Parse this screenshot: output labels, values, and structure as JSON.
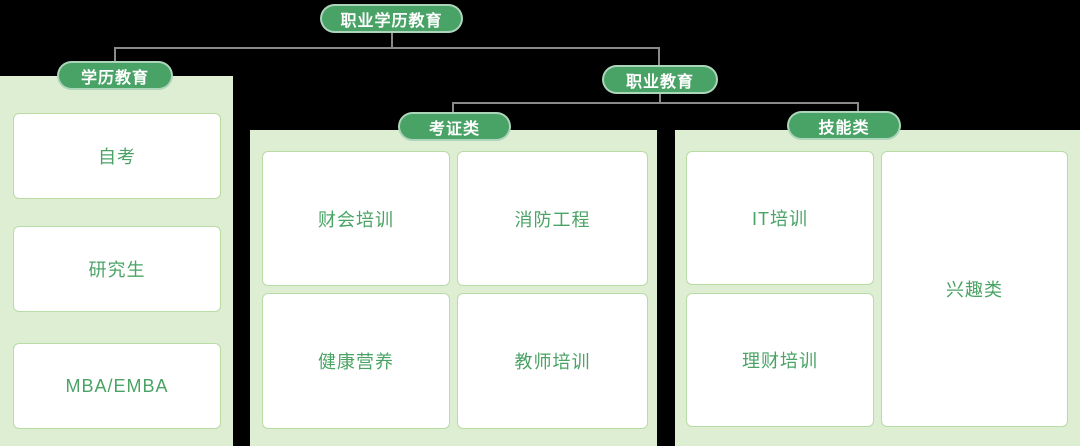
{
  "colors": {
    "background": "#000000",
    "badge_green": "#49a266",
    "badge_text": "#ffffff",
    "panel_light_green": "#deeed3",
    "card_border_green": "#b9dba5",
    "card_text_green": "#4aa365",
    "connector_gray": "#8a8a8a"
  },
  "tree": {
    "root": {
      "label": "职业学历教育"
    },
    "branches": [
      {
        "label": "学历教育",
        "items": [
          "自考",
          "研究生",
          "MBA/EMBA"
        ]
      },
      {
        "label": "职业教育",
        "children": [
          {
            "label": "考证类",
            "items": [
              "财会培训",
              "消防工程",
              "健康营养",
              "教师培训"
            ]
          },
          {
            "label": "技能类",
            "items": [
              "IT培训",
              "理财培训",
              "兴趣类"
            ]
          }
        ]
      }
    ]
  }
}
